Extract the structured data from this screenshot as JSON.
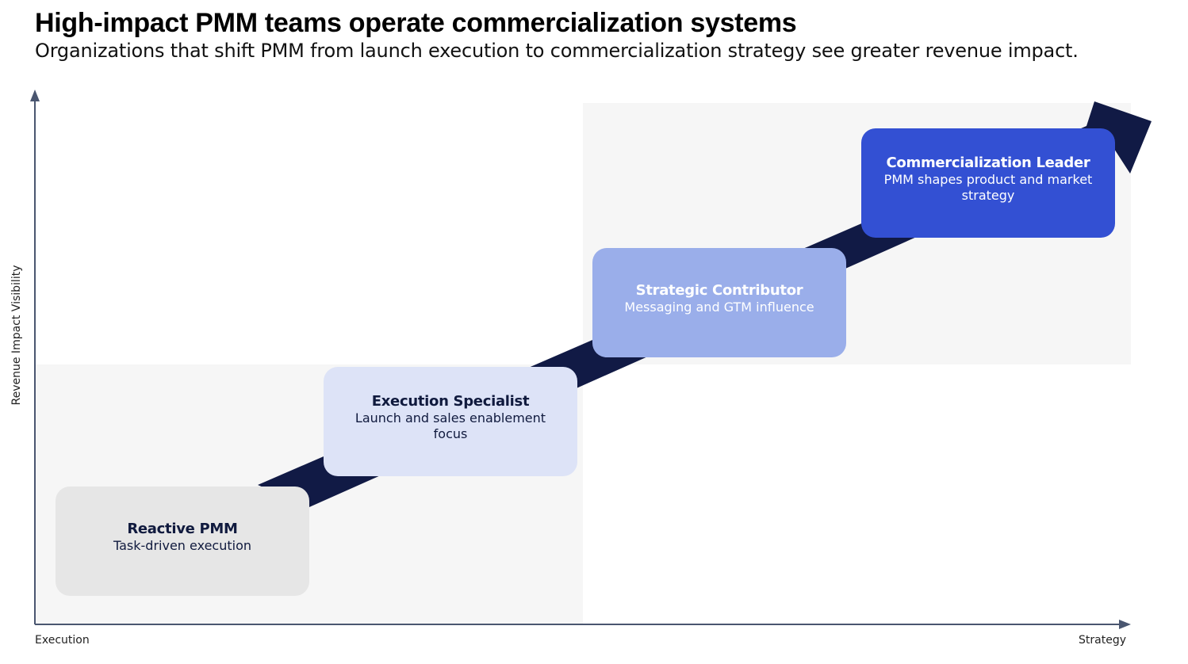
{
  "header": {
    "title": "High-impact PMM teams operate commercialization systems",
    "subtitle": "Organizations that shift PMM from launch execution to commercialization strategy see greater revenue impact."
  },
  "axes": {
    "y_label": "Revenue Impact Visibility",
    "x_label_left": "Execution",
    "x_label_right": "Strategy"
  },
  "stages": [
    {
      "title": "Reactive PMM",
      "description": "Task-driven execution"
    },
    {
      "title": "Execution Specialist",
      "description": "Launch and sales enablement focus"
    },
    {
      "title": "Strategic Contributor",
      "description": "Messaging and GTM influence"
    },
    {
      "title": "Commercialization Leader",
      "description": "PMM shapes product and market strategy"
    }
  ],
  "colors": {
    "arrow": "#111a45",
    "axis": "#4a5670",
    "stage_1": "#e6e6e6",
    "stage_2": "#dde3f7",
    "stage_3": "#9aaeea",
    "stage_4": "#3350d3"
  }
}
